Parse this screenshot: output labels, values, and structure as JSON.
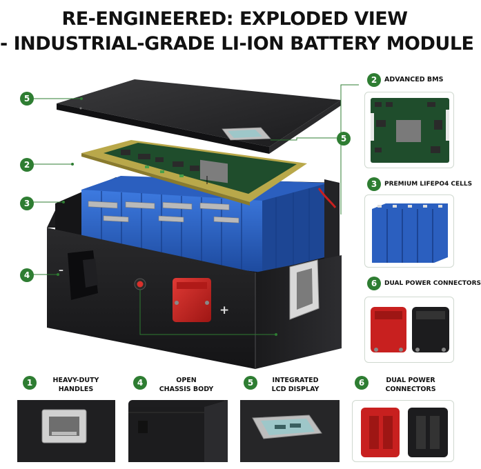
{
  "title": {
    "line1": "RE-ENGINEERED: EXPLODED VIEW",
    "line2": "- INDUSTRIAL-GRADE LI-ION BATTERY MODULE"
  },
  "callouts": {
    "lid": "5",
    "bms": "2",
    "cells": "3",
    "chassis": "4",
    "lcd": "5"
  },
  "terminals": {
    "minus": "–",
    "plus": "+"
  },
  "side_panels": [
    {
      "badge": "2",
      "label": "ADVANCED BMS"
    },
    {
      "badge": "3",
      "label": "PREMIUM LIFEPO4 CELLS"
    },
    {
      "badge": "6",
      "label": "DUAL POWER CONNECTORS"
    }
  ],
  "bottom_panels": [
    {
      "badge": "1",
      "label_line1": "HEAVY-DUTY",
      "label_line2": "HANDLES"
    },
    {
      "badge": "4",
      "label_line1": "OPEN",
      "label_line2": "CHASSIS BODY"
    },
    {
      "badge": "5",
      "label_line1": "INTEGRATED",
      "label_line2": "LCD DISPLAY"
    },
    {
      "badge": "6",
      "label_line1": "DUAL POWER",
      "label_line2": "CONNECTORS"
    }
  ],
  "colors": {
    "accent_green": "#2e7d32",
    "cell_blue": "#2b5fbf",
    "case_black": "#1c1c1e",
    "connector_red": "#c8201f",
    "pcb_green": "#1f4d2c",
    "lcd_screen": "#9ec7c9"
  }
}
